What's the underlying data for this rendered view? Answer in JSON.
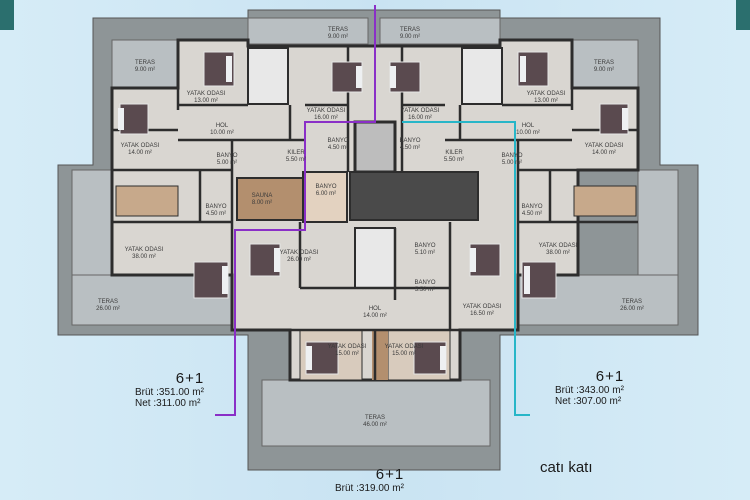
{
  "rooms": [
    {
      "id": "teras-tl",
      "name": "TERAS",
      "area": "9.00 m²"
    },
    {
      "id": "yatak-tl",
      "name": "YATAK ODASI",
      "area": "13.00 m²"
    },
    {
      "id": "yatak-tl2",
      "name": "YATAK ODASI",
      "area": "14.00 m²"
    },
    {
      "id": "hol-l",
      "name": "HOL",
      "area": "10.00 m²"
    },
    {
      "id": "banyo-l1",
      "name": "BANYO",
      "area": "5.00 m²"
    },
    {
      "id": "kiler-l",
      "name": "KILER",
      "area": "5.50 m²"
    },
    {
      "id": "banyo-l2",
      "name": "BANYO",
      "area": "4.50 m²"
    },
    {
      "id": "yatak-lc",
      "name": "YATAK ODASI",
      "area": "16.00 m²"
    },
    {
      "id": "teras-tc1",
      "name": "TERAS",
      "area": "9.00 m²"
    },
    {
      "id": "teras-tc2",
      "name": "TERAS",
      "area": "9.00 m²"
    },
    {
      "id": "yatak-rc",
      "name": "YATAK ODASI",
      "area": "16.00 m²"
    },
    {
      "id": "banyo-r1",
      "name": "BANYO",
      "area": "4.50 m²"
    },
    {
      "id": "kiler-r",
      "name": "KILER",
      "area": "5.50 m²"
    },
    {
      "id": "banyo-r2",
      "name": "BANYO",
      "area": "5.00 m²"
    },
    {
      "id": "hol-r",
      "name": "HOL",
      "area": "10.00 m²"
    },
    {
      "id": "yatak-tr",
      "name": "YATAK ODASI",
      "area": "13.00 m²"
    },
    {
      "id": "teras-tr",
      "name": "TERAS",
      "area": "9.00 m²"
    },
    {
      "id": "yatak-tr2",
      "name": "YATAK ODASI",
      "area": "14.00 m²"
    },
    {
      "id": "banyo-l3",
      "name": "BANYO",
      "area": "4.50 m²"
    },
    {
      "id": "sauna",
      "name": "SAUNA",
      "area": "8.00 m²"
    },
    {
      "id": "banyo-c",
      "name": "BANYO",
      "area": "6.00 m²"
    },
    {
      "id": "yatak-l-big",
      "name": "YATAK ODASI",
      "area": "38.00 m²"
    },
    {
      "id": "yatak-l-mid",
      "name": "YATAK ODASI",
      "area": "26.00 m²"
    },
    {
      "id": "teras-l",
      "name": "TERAS",
      "area": "26.00 m²"
    },
    {
      "id": "banyo-c2",
      "name": "BANYO",
      "area": "5.10 m²"
    },
    {
      "id": "banyo-c3",
      "name": "BANYO",
      "area": "5.50 m²"
    },
    {
      "id": "yatak-r-mid",
      "name": "YATAK ODASI",
      "area": "16.50 m²"
    },
    {
      "id": "banyo-r3",
      "name": "BANYO",
      "area": "4.50 m²"
    },
    {
      "id": "yatak-r-big",
      "name": "YATAK ODASI",
      "area": "38.00 m²"
    },
    {
      "id": "teras-r",
      "name": "TERAS",
      "area": "26.00 m²"
    },
    {
      "id": "hol-c",
      "name": "HOL",
      "area": "14.00 m²"
    },
    {
      "id": "yatak-b1",
      "name": "YATAK ODASI",
      "area": "15.00 m²"
    },
    {
      "id": "yatak-b2",
      "name": "YATAK ODASI",
      "area": "15.00 m²"
    },
    {
      "id": "teras-b",
      "name": "TERAS",
      "area": "46.00 m²"
    }
  ],
  "units": {
    "left": {
      "type": "6+1",
      "brut": "Brüt :351.00 m²",
      "net": "Net  :311.00 m²"
    },
    "right": {
      "type": "6+1",
      "brut": "Brüt :343.00 m²",
      "net": "Net  :307.00 m²"
    },
    "bottom": {
      "type": "6+1",
      "brut": "Brüt :319.00 m²"
    }
  },
  "floor_label": "catı katı",
  "colors": {
    "wall": "#2d2d2d",
    "roof": "#8e9597",
    "terrace": "#b9bfc2",
    "floor": "#d9d6d1",
    "wood": "#b38f6e",
    "bed": "#5a4a4f",
    "purple": "#8a2fc7",
    "cyan": "#27b6c8"
  }
}
